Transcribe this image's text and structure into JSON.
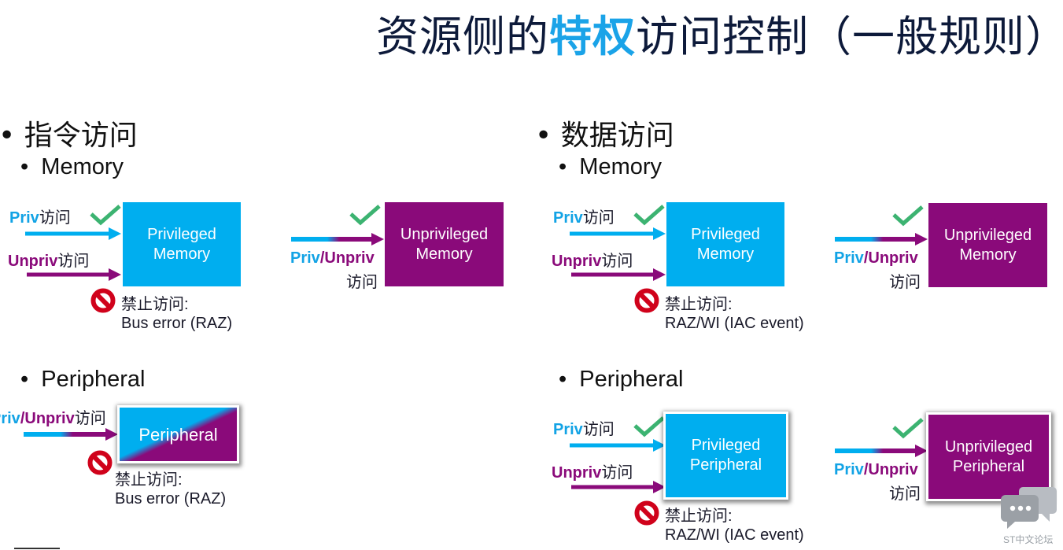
{
  "title": {
    "before": "资源侧的",
    "highlight": "特权",
    "after": "访问控制（一般规则）"
  },
  "sections": {
    "left_heading": "指令访问",
    "right_heading": "数据访问",
    "memory": "Memory",
    "peripheral": "Peripheral"
  },
  "labels": {
    "priv": "Priv",
    "unpriv": "Unpriv",
    "access": "访问",
    "slash": "/"
  },
  "boxes": {
    "privileged_memory": "Privileged Memory",
    "unprivileged_memory": "Unprivileged Memory",
    "peripheral": "Peripheral",
    "privileged_peripheral": "Privileged Peripheral",
    "unprivileged_peripheral": "Unprivileged Peripheral"
  },
  "notes": {
    "forbidden": "禁止访问:",
    "bus_error": "Bus error (RAZ)",
    "raz_wi": "RAZ/WI (IAC event)"
  },
  "colors": {
    "priv_blue": "#00aeef",
    "unpriv_purple": "#8a0a7a",
    "check_green": "#3cb371",
    "forbid_red": "#d0021b"
  },
  "watermark": "ST中文论坛"
}
